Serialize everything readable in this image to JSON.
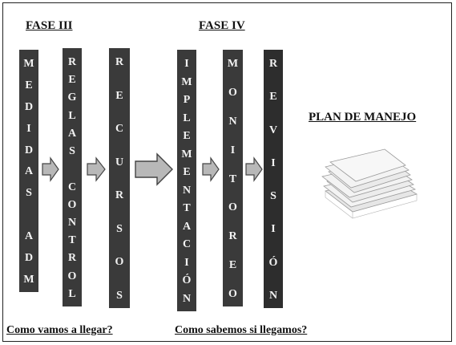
{
  "phase3": {
    "label": "FASE III"
  },
  "phase4": {
    "label": "FASE IV"
  },
  "columns": {
    "medidas_adm": {
      "letters": [
        "M",
        "E",
        "D",
        "I",
        "D",
        "A",
        "S",
        "",
        "A",
        "D",
        "M"
      ]
    },
    "reglas_control": {
      "letters": [
        "R",
        "E",
        "G",
        "L",
        "A",
        "S",
        "",
        "C",
        "O",
        "N",
        "T",
        "R",
        "O",
        "L"
      ]
    },
    "recursos": {
      "letters": [
        "R",
        "E",
        "C",
        "U",
        "R",
        "S",
        "O",
        "S"
      ]
    },
    "implementacion": {
      "letters": [
        "I",
        "M",
        "P",
        "L",
        "E",
        "M",
        "E",
        "N",
        "T",
        "A",
        "C",
        "I",
        "Ó",
        "N"
      ]
    },
    "monitoreo": {
      "letters": [
        "M",
        "O",
        "N",
        "I",
        "T",
        "O",
        "R",
        "E",
        "O"
      ]
    },
    "revision": {
      "letters": [
        "R",
        "E",
        "V",
        "I",
        "S",
        "I",
        "Ó",
        "N"
      ]
    }
  },
  "plan": {
    "title": "PLAN DE MANEJO",
    "image_icon": "document-stack-icon"
  },
  "footer": {
    "question_left": "Como vamos a llegar?",
    "question_right": "Como sabemos si llegamos?"
  },
  "colors": {
    "bar": "#3a3a3a",
    "arrow_fill": "#b8b8b8",
    "text": "#111111"
  }
}
